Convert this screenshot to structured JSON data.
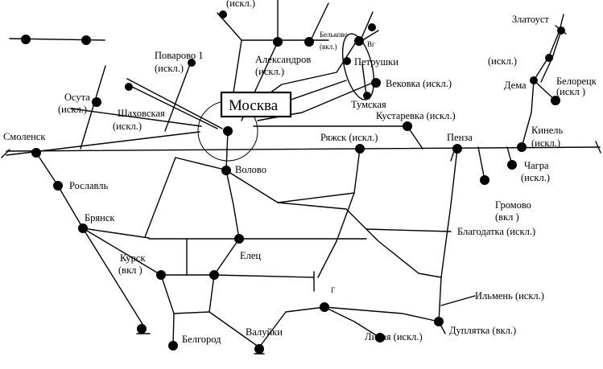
{
  "labels": {
    "moskva": "Москва",
    "iskl_top": "(искл.)",
    "belkovo_1": "Бельково",
    "belkovo_2": "(вкл.)",
    "vg": "Вг",
    "petrushki": "Петрушки",
    "tumskaya": "Тумская",
    "vekovka": "Вековка (искл.)",
    "aleksandrov_1": "Александров",
    "aleksandrov_2": "(искл.)",
    "povarovo_1": "Поварово 1",
    "povarovo_2": "(искл.)",
    "osuta_1": "Осута",
    "osuta_2": "(искл.)",
    "shakhovskaya_1": "Шаховская",
    "shakhovskaya_2": "(искл.)",
    "smolensk": "Смоленск",
    "roslavl": "Рославль",
    "bryansk": "Брянск",
    "kursk_1": "Курск",
    "kursk_2": "(вкл )",
    "belgorod": "Белгород",
    "valuyki": "Валуйки",
    "volovo": "Волово",
    "elets": "Елец",
    "ryazhsk": "Ряжск (искл.)",
    "kustarevka": "Кустаревка (искл.)",
    "penza": "Пенза",
    "zlatoust": "Златоуст",
    "iskl_right": "(искл.)",
    "dema": "Дема",
    "beloretsk_1": "Белорецк",
    "beloretsk_2": "(искл )",
    "kinel_1": "Кинель",
    "kinel_2": "(искл.)",
    "chagra_1": "Чагра",
    "chagra_2": "(искл.)",
    "gromovo_1": "Громово",
    "gromovo_2": "(вкл )",
    "blagodatka": "Благодатка (искл.)",
    "ilmen": "Ильмень (искл.)",
    "duplyatka": "Дуплятка (вкл.)",
    "likhaya": "Лихая (искл.)",
    "g_mark": "Г"
  }
}
